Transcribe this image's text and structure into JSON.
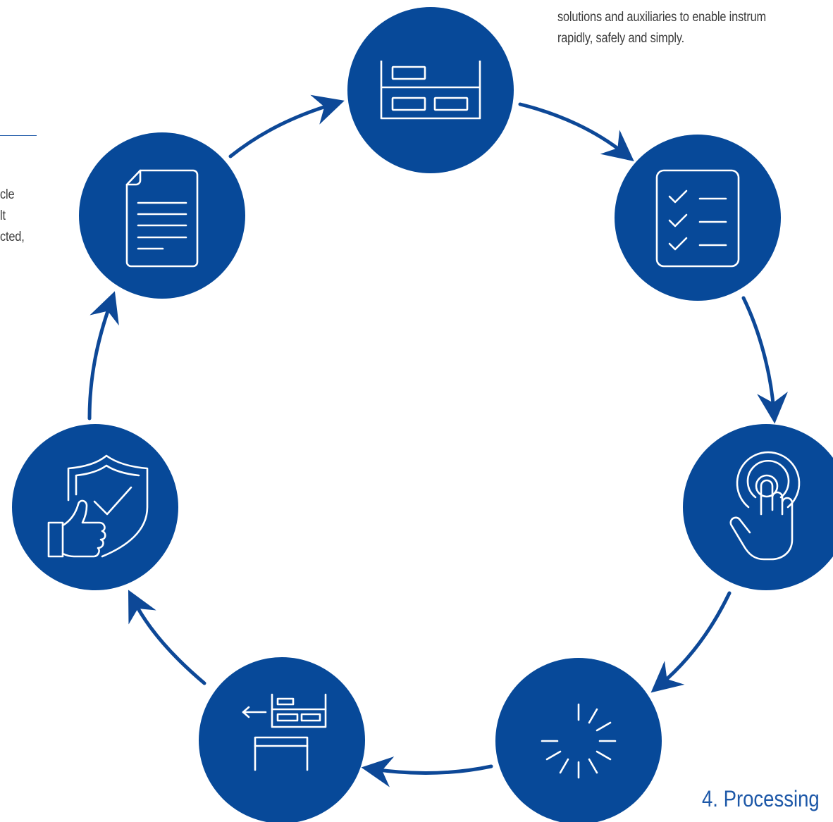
{
  "colors": {
    "circle": "#074999",
    "arrow": "#0d4897",
    "accent_text": "#1d58a8",
    "body_text": "#3b3b3b",
    "icon_stroke": "#ffffff"
  },
  "top_right_text": {
    "line1": "solutions and auxiliaries to enable instrum",
    "line2": "rapidly, safely and simply."
  },
  "left_text": {
    "lines": [
      "cle",
      "lt",
      "cted,"
    ]
  },
  "step_title": "4. Processing",
  "cycle_nodes": [
    {
      "icon": "tray-basket-icon"
    },
    {
      "icon": "checklist-icon"
    },
    {
      "icon": "touch-pointer-icon"
    },
    {
      "icon": "loading-spinner-icon"
    },
    {
      "icon": "basket-unloading-icon"
    },
    {
      "icon": "shield-thumbs-up-icon"
    },
    {
      "icon": "document-icon"
    }
  ]
}
